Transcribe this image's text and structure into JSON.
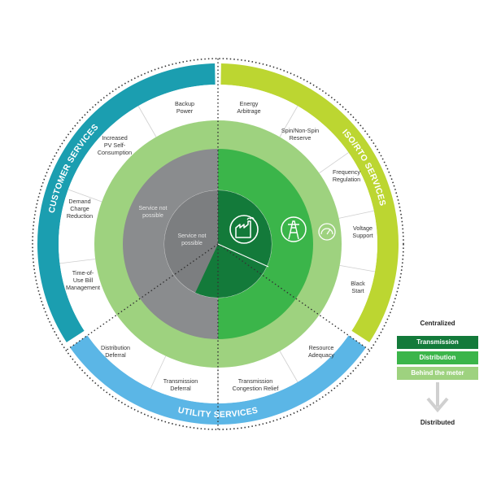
{
  "arcs": {
    "customer": {
      "title": "CUSTOMER SERVICES",
      "color": "#1b9eb0"
    },
    "iso": {
      "title": "ISO/RTO SERVICES",
      "color": "#bcd631"
    },
    "utility": {
      "title": "UTILITY SERVICES",
      "color": "#5bb6e6"
    }
  },
  "services": {
    "backup_power": [
      "Backup",
      "Power"
    ],
    "energy_arbitrage": [
      "Energy",
      "Arbitrage"
    ],
    "spin_reserve": [
      "Spin/Non-Spin",
      "Reserve"
    ],
    "frequency_regulation": [
      "Frequency",
      "Regulation"
    ],
    "voltage_support": [
      "Voltage",
      "Support"
    ],
    "black_start": [
      "Black",
      "Start"
    ],
    "resource_adequacy": [
      "Resource",
      "Adequacy"
    ],
    "transmission_congestion": [
      "Transmission",
      "Congestion Relief"
    ],
    "transmission_deferral": [
      "Transmission",
      "Deferral"
    ],
    "distribution_deferral": [
      "Distribution",
      "Deferral"
    ],
    "time_of_use": [
      "Time-of-",
      "Use Bill",
      "Management"
    ],
    "demand_charge": [
      "Demand",
      "Charge",
      "Reduction"
    ],
    "pv_self": [
      "Increased",
      "PV Self-",
      "Consumption"
    ]
  },
  "not_possible": {
    "outer": [
      "Service not",
      "possible"
    ],
    "inner": [
      "Service not",
      "possible"
    ]
  },
  "legend": {
    "top_label": "Centralized",
    "bottom_label": "Distributed",
    "items": [
      {
        "label": "Transmission",
        "color": "#137a3a"
      },
      {
        "label": "Distribution",
        "color": "#3bb54a"
      },
      {
        "label": "Behind the meter",
        "color": "#9ed27f"
      }
    ]
  },
  "colors": {
    "gray_outer": "#8a8c8e",
    "gray_inner": "#7c7e80",
    "light_green": "#9ed27f",
    "mid_green": "#3bb54a",
    "dark_green": "#137a3a"
  }
}
